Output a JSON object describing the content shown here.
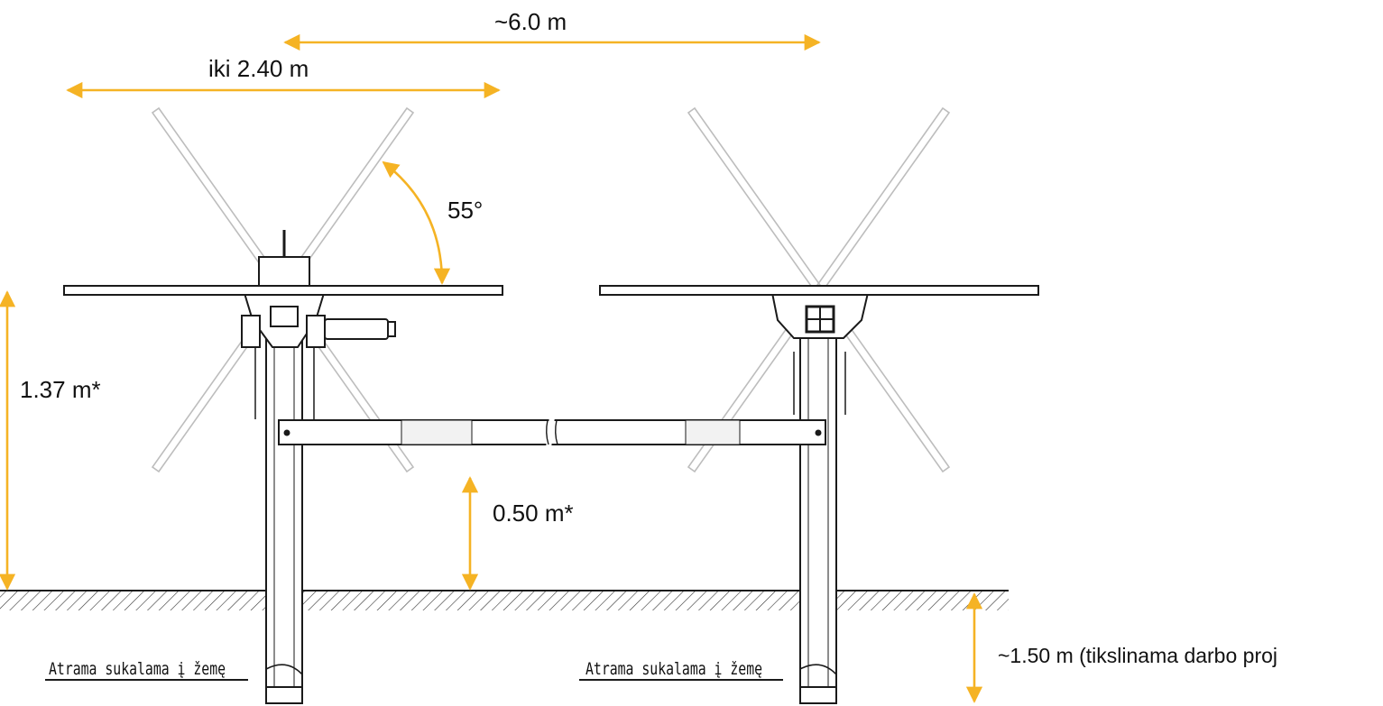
{
  "labels": {
    "row_spacing": "~6.0 m",
    "panel_width": "iki 2.40 m",
    "tilt_angle": "55°",
    "hub_height": "1.37 m*",
    "ground_clearance": "0.50 m*",
    "embed_depth": "~1.50 m (tikslinama darbo proj",
    "ground_label_left": "Atrama sukalama į žemę",
    "ground_label_right": "Atrama sukalama į žemę"
  },
  "colors": {
    "dimension_arrow": "#f5b324",
    "outline": "#1a1a1a",
    "ghost_panel": "#bdbdbd"
  }
}
